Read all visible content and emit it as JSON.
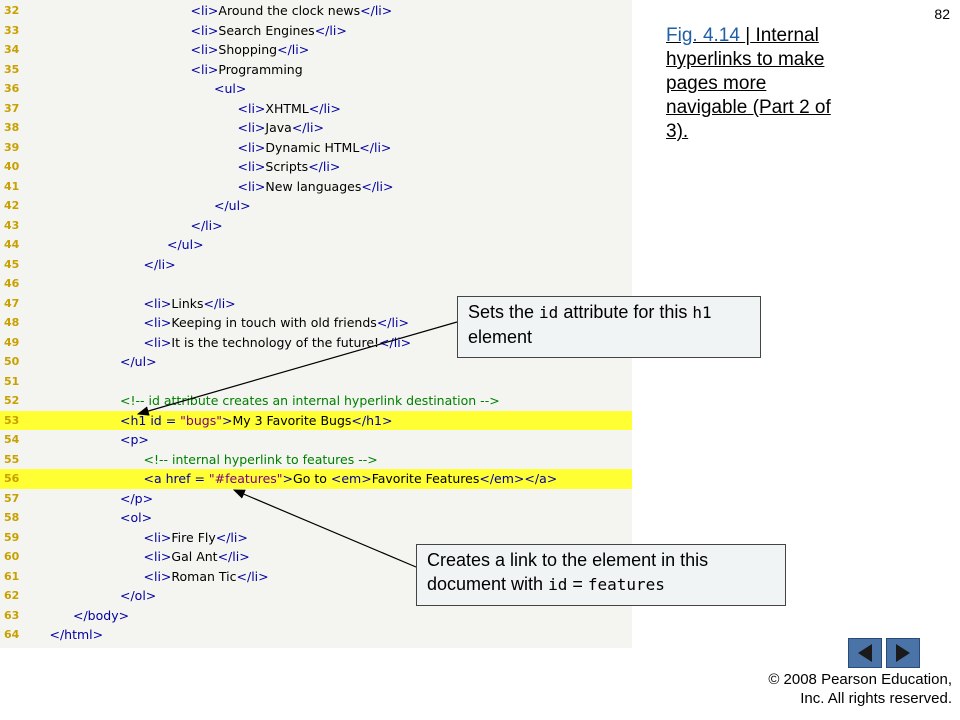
{
  "page_number": "82",
  "title": {
    "fig_label": "Fig. 4.14 ",
    "separator": "|",
    "text": "Internal hyperlinks to make pages more navigable (Part 2 of 3)."
  },
  "callouts": [
    {
      "parts": [
        {
          "text": "Sets the ",
          "mono": false
        },
        {
          "text": "id",
          "mono": true
        },
        {
          "text": " attribute for this ",
          "mono": false
        },
        {
          "text": "h1",
          "mono": true
        },
        {
          "text": " element",
          "mono": false
        }
      ]
    },
    {
      "parts": [
        {
          "text": "Creates a link to the element  in this document with ",
          "mono": false
        },
        {
          "text": "id",
          "mono": true
        },
        {
          "text": " = ",
          "mono": false
        },
        {
          "text": "features",
          "mono": true
        }
      ]
    }
  ],
  "code_lines": [
    {
      "n": "32",
      "indent": 7,
      "segs": [
        [
          "tag",
          "<li>"
        ],
        [
          "txt",
          "Around the clock news"
        ],
        [
          "tag",
          "</li>"
        ]
      ]
    },
    {
      "n": "33",
      "indent": 7,
      "segs": [
        [
          "tag",
          "<li>"
        ],
        [
          "txt",
          "Search Engines"
        ],
        [
          "tag",
          "</li>"
        ]
      ]
    },
    {
      "n": "34",
      "indent": 7,
      "segs": [
        [
          "tag",
          "<li>"
        ],
        [
          "txt",
          "Shopping"
        ],
        [
          "tag",
          "</li>"
        ]
      ]
    },
    {
      "n": "35",
      "indent": 7,
      "segs": [
        [
          "tag",
          "<li>"
        ],
        [
          "txt",
          "Programming"
        ]
      ]
    },
    {
      "n": "36",
      "indent": 8,
      "segs": [
        [
          "tag",
          "<ul>"
        ]
      ]
    },
    {
      "n": "37",
      "indent": 9,
      "segs": [
        [
          "tag",
          "<li>"
        ],
        [
          "txt",
          "XHTML"
        ],
        [
          "tag",
          "</li>"
        ]
      ]
    },
    {
      "n": "38",
      "indent": 9,
      "segs": [
        [
          "tag",
          "<li>"
        ],
        [
          "txt",
          "Java"
        ],
        [
          "tag",
          "</li>"
        ]
      ]
    },
    {
      "n": "39",
      "indent": 9,
      "segs": [
        [
          "tag",
          "<li>"
        ],
        [
          "txt",
          "Dynamic HTML"
        ],
        [
          "tag",
          "</li>"
        ]
      ]
    },
    {
      "n": "40",
      "indent": 9,
      "segs": [
        [
          "tag",
          "<li>"
        ],
        [
          "txt",
          "Scripts"
        ],
        [
          "tag",
          "</li>"
        ]
      ]
    },
    {
      "n": "41",
      "indent": 9,
      "segs": [
        [
          "tag",
          "<li>"
        ],
        [
          "txt",
          "New languages"
        ],
        [
          "tag",
          "</li>"
        ]
      ]
    },
    {
      "n": "42",
      "indent": 8,
      "segs": [
        [
          "tag",
          "</ul>"
        ]
      ]
    },
    {
      "n": "43",
      "indent": 7,
      "segs": [
        [
          "tag",
          "</li>"
        ]
      ]
    },
    {
      "n": "44",
      "indent": 6,
      "segs": [
        [
          "tag",
          "</ul>"
        ]
      ]
    },
    {
      "n": "45",
      "indent": 5,
      "segs": [
        [
          "tag",
          "</li>"
        ]
      ]
    },
    {
      "n": "46",
      "indent": 0,
      "segs": []
    },
    {
      "n": "47",
      "indent": 5,
      "segs": [
        [
          "tag",
          "<li>"
        ],
        [
          "txt",
          "Links"
        ],
        [
          "tag",
          "</li>"
        ]
      ]
    },
    {
      "n": "48",
      "indent": 5,
      "segs": [
        [
          "tag",
          "<li>"
        ],
        [
          "txt",
          "Keeping in touch with old friends"
        ],
        [
          "tag",
          "</li>"
        ]
      ]
    },
    {
      "n": "49",
      "indent": 5,
      "segs": [
        [
          "tag",
          "<li>"
        ],
        [
          "txt",
          "It is the technology of the future!"
        ],
        [
          "tag",
          "</li>"
        ]
      ]
    },
    {
      "n": "50",
      "indent": 4,
      "segs": [
        [
          "tag",
          "</ul>"
        ]
      ]
    },
    {
      "n": "51",
      "indent": 0,
      "segs": []
    },
    {
      "n": "52",
      "indent": 4,
      "segs": [
        [
          "cmt",
          "<!-- id attribute creates an internal hyperlink destination -->"
        ]
      ]
    },
    {
      "n": "53",
      "indent": 4,
      "hl": true,
      "segs": [
        [
          "tag",
          "<h1 id = "
        ],
        [
          "str",
          "\"bugs\""
        ],
        [
          "tag",
          ">"
        ],
        [
          "txt",
          "My 3 Favorite Bugs"
        ],
        [
          "tag",
          "</h1>"
        ]
      ]
    },
    {
      "n": "54",
      "indent": 4,
      "segs": [
        [
          "tag",
          "<p>"
        ]
      ]
    },
    {
      "n": "55",
      "indent": 5,
      "segs": [
        [
          "cmt",
          "<!-- internal hyperlink to features -->"
        ]
      ]
    },
    {
      "n": "56",
      "indent": 5,
      "hl": true,
      "segs": [
        [
          "tag",
          "<a href = "
        ],
        [
          "str",
          "\"#features\""
        ],
        [
          "tag",
          ">"
        ],
        [
          "txt",
          "Go to "
        ],
        [
          "tag",
          "<em>"
        ],
        [
          "txt",
          "Favorite Features"
        ],
        [
          "tag",
          "</em></a>"
        ]
      ]
    },
    {
      "n": "57",
      "indent": 4,
      "segs": [
        [
          "tag",
          "</p>"
        ]
      ]
    },
    {
      "n": "58",
      "indent": 4,
      "segs": [
        [
          "tag",
          "<ol>"
        ]
      ]
    },
    {
      "n": "59",
      "indent": 5,
      "segs": [
        [
          "tag",
          "<li>"
        ],
        [
          "txt",
          "Fire Fly"
        ],
        [
          "tag",
          "</li>"
        ]
      ]
    },
    {
      "n": "60",
      "indent": 5,
      "segs": [
        [
          "tag",
          "<li>"
        ],
        [
          "txt",
          "Gal Ant"
        ],
        [
          "tag",
          "</li>"
        ]
      ]
    },
    {
      "n": "61",
      "indent": 5,
      "segs": [
        [
          "tag",
          "<li>"
        ],
        [
          "txt",
          "Roman Tic"
        ],
        [
          "tag",
          "</li>"
        ]
      ]
    },
    {
      "n": "62",
      "indent": 4,
      "segs": [
        [
          "tag",
          "</ol>"
        ]
      ]
    },
    {
      "n": "63",
      "indent": 2,
      "segs": [
        [
          "tag",
          "</body>"
        ]
      ]
    },
    {
      "n": "64",
      "indent": 1,
      "segs": [
        [
          "tag",
          "</html>"
        ]
      ]
    }
  ],
  "nav": {
    "prev_icon": "triangle-left-icon",
    "next_icon": "triangle-right-icon"
  },
  "copyright": {
    "line1": "© 2008 Pearson Education,",
    "line2": "Inc.  All rights reserved."
  }
}
